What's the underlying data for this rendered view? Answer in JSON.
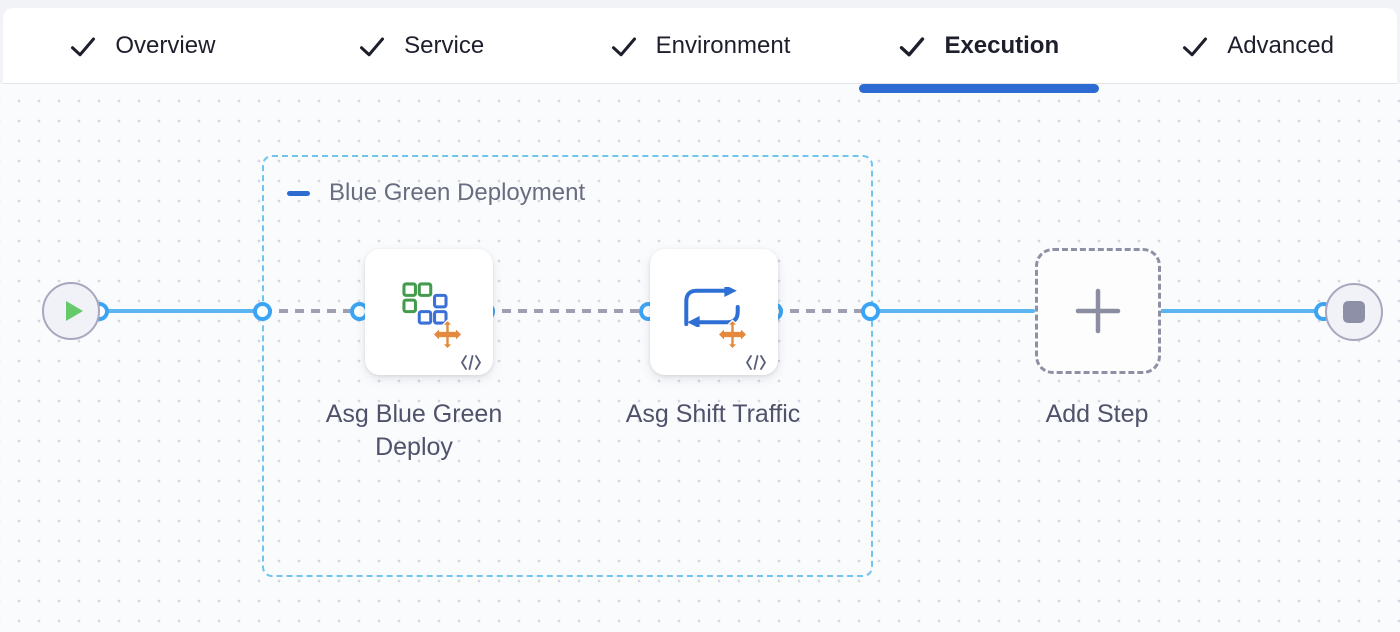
{
  "header": {
    "tabs": [
      {
        "label": "Overview",
        "icon": "check-icon",
        "active": false
      },
      {
        "label": "Service",
        "icon": "check-icon",
        "active": false
      },
      {
        "label": "Environment",
        "icon": "check-icon",
        "active": false
      },
      {
        "label": "Execution",
        "icon": "check-icon",
        "active": true
      },
      {
        "label": "Advanced",
        "icon": "check-icon",
        "active": false
      }
    ]
  },
  "pipeline": {
    "start": {
      "icon": "play-icon"
    },
    "end": {
      "icon": "stop-icon"
    },
    "group": {
      "label": "Blue Green Deployment",
      "collapse_icon": "minus-icon"
    },
    "steps": [
      {
        "name": "Asg Blue Green Deploy",
        "icon": "asg-blue-green-deploy-icon",
        "badges": [
          "drag-move-icon",
          "code-icon"
        ]
      },
      {
        "name": "Asg Shift Traffic",
        "icon": "asg-shift-traffic-icon",
        "badges": [
          "drag-move-icon",
          "code-icon"
        ]
      }
    ],
    "add_step": {
      "label": "Add Step",
      "icon": "plus-icon"
    }
  },
  "colors": {
    "active_tab_underline": "#2d6bd2",
    "solid_link_blue": "#5cb4f0",
    "port_ring_blue": "#3ca4f4",
    "dashed_link_gray": "#9da0b2",
    "group_border_cyan": "#6fc5ee",
    "icon_green": "#439b4e",
    "icon_blue": "#3b70d6",
    "icon_orange": "#e5893c",
    "play_green": "#66c96a",
    "stop_gray": "#8e90a7"
  }
}
